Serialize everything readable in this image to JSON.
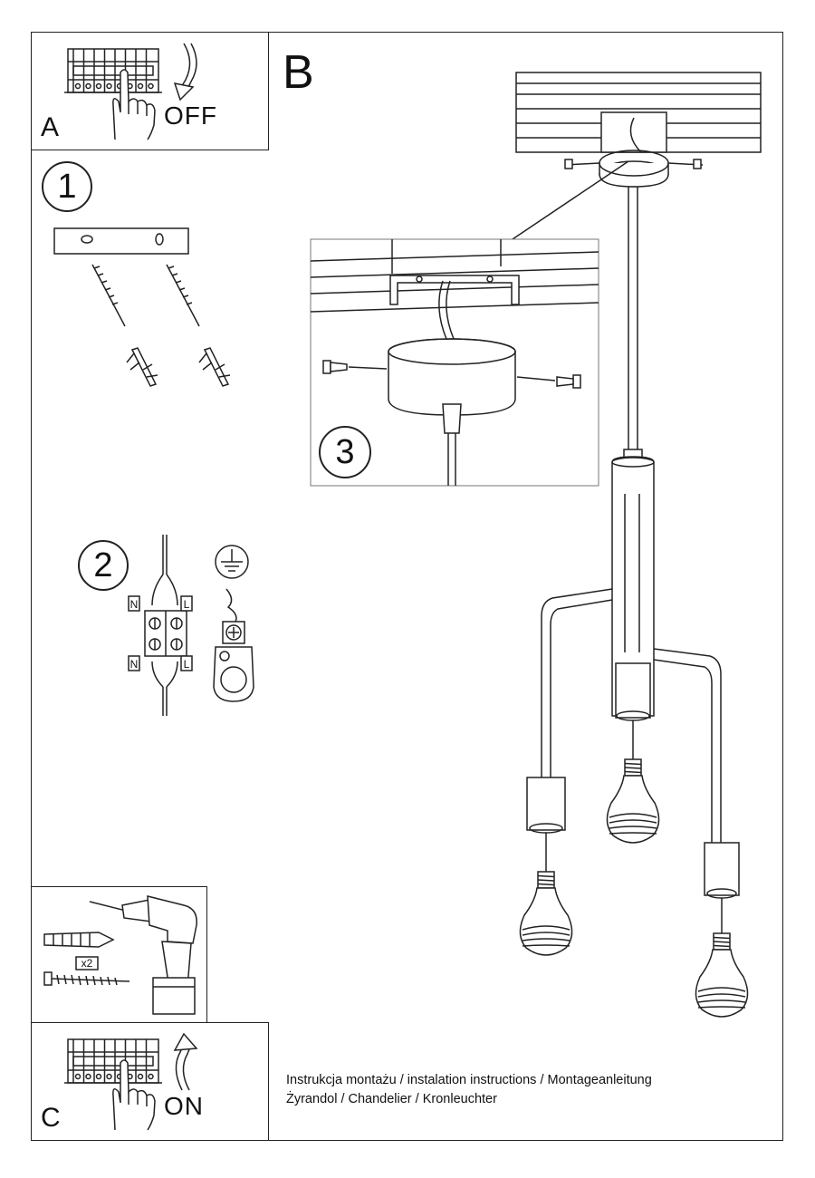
{
  "labels": {
    "a": "A",
    "b": "B",
    "c": "C",
    "off": "OFF",
    "on": "ON",
    "step1": "1",
    "step2": "2",
    "step3": "3",
    "neutral": "N",
    "live": "L",
    "count": "x2"
  },
  "caption": {
    "line1": "Instrukcja montażu / instalation instructions / Montageanleitung",
    "line2": "Żyrandol / Chandelier / Kronleuchter"
  },
  "icons": {
    "breaker": "circuit-breaker-icon",
    "hand": "hand-pointer-icon",
    "arrow": "curved-arrow-icon",
    "ground": "ground-symbol-icon",
    "drill": "power-drill-icon",
    "plug": "wall-plug-icon",
    "screw": "screw-icon",
    "bulb": "light-bulb-icon"
  }
}
